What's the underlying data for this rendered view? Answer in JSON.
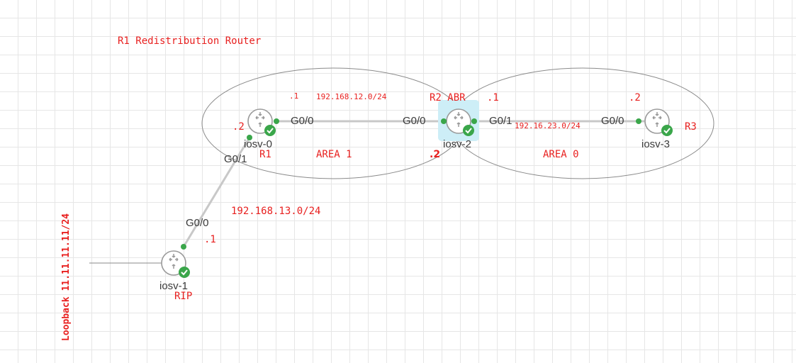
{
  "title": "R1 Redistribution Router",
  "loopback_label": "Loopback 11.11.11.11/24",
  "colors": {
    "annotation": "#e8201f",
    "link": "#c8c8c8",
    "link_up_dot": "#3aa64a",
    "node_ok_badge": "#3aa64a",
    "node_selected": "#cdeef7"
  },
  "nodes": {
    "iosv0": {
      "name": "iosv-0",
      "icon": "router-icon",
      "status": "ok"
    },
    "iosv1": {
      "name": "iosv-1",
      "icon": "router-icon",
      "status": "ok"
    },
    "iosv2": {
      "name": "iosv-2",
      "icon": "router-icon",
      "status": "ok",
      "selected": true
    },
    "iosv3": {
      "name": "iosv-3",
      "icon": "router-icon",
      "status": "ok"
    }
  },
  "ports": {
    "iosv0_g00": "G0/0",
    "iosv0_g01": "G0/1",
    "iosv2_g00": "G0/0",
    "iosv2_g01": "G0/1",
    "iosv3_g00": "G0/0",
    "iosv1_g00": "G0/0"
  },
  "annotations": {
    "r1": "R1",
    "r2_abr": "R2 ABR",
    "r3": "R3",
    "rip": "RIP",
    "area1": "AREA 1",
    "area0": "AREA 0",
    "net_12": "192.168.12.0/24",
    "net_23": "192.16.23.0/24",
    "net_13": "192.168.13.0/24",
    "r1_dot1": ".1",
    "r1_dot2": ".2",
    "r2_dot1": ".1",
    "r2_dot2": ".2",
    "r3_dot2": ".2",
    "rip_dot1": ".1"
  }
}
